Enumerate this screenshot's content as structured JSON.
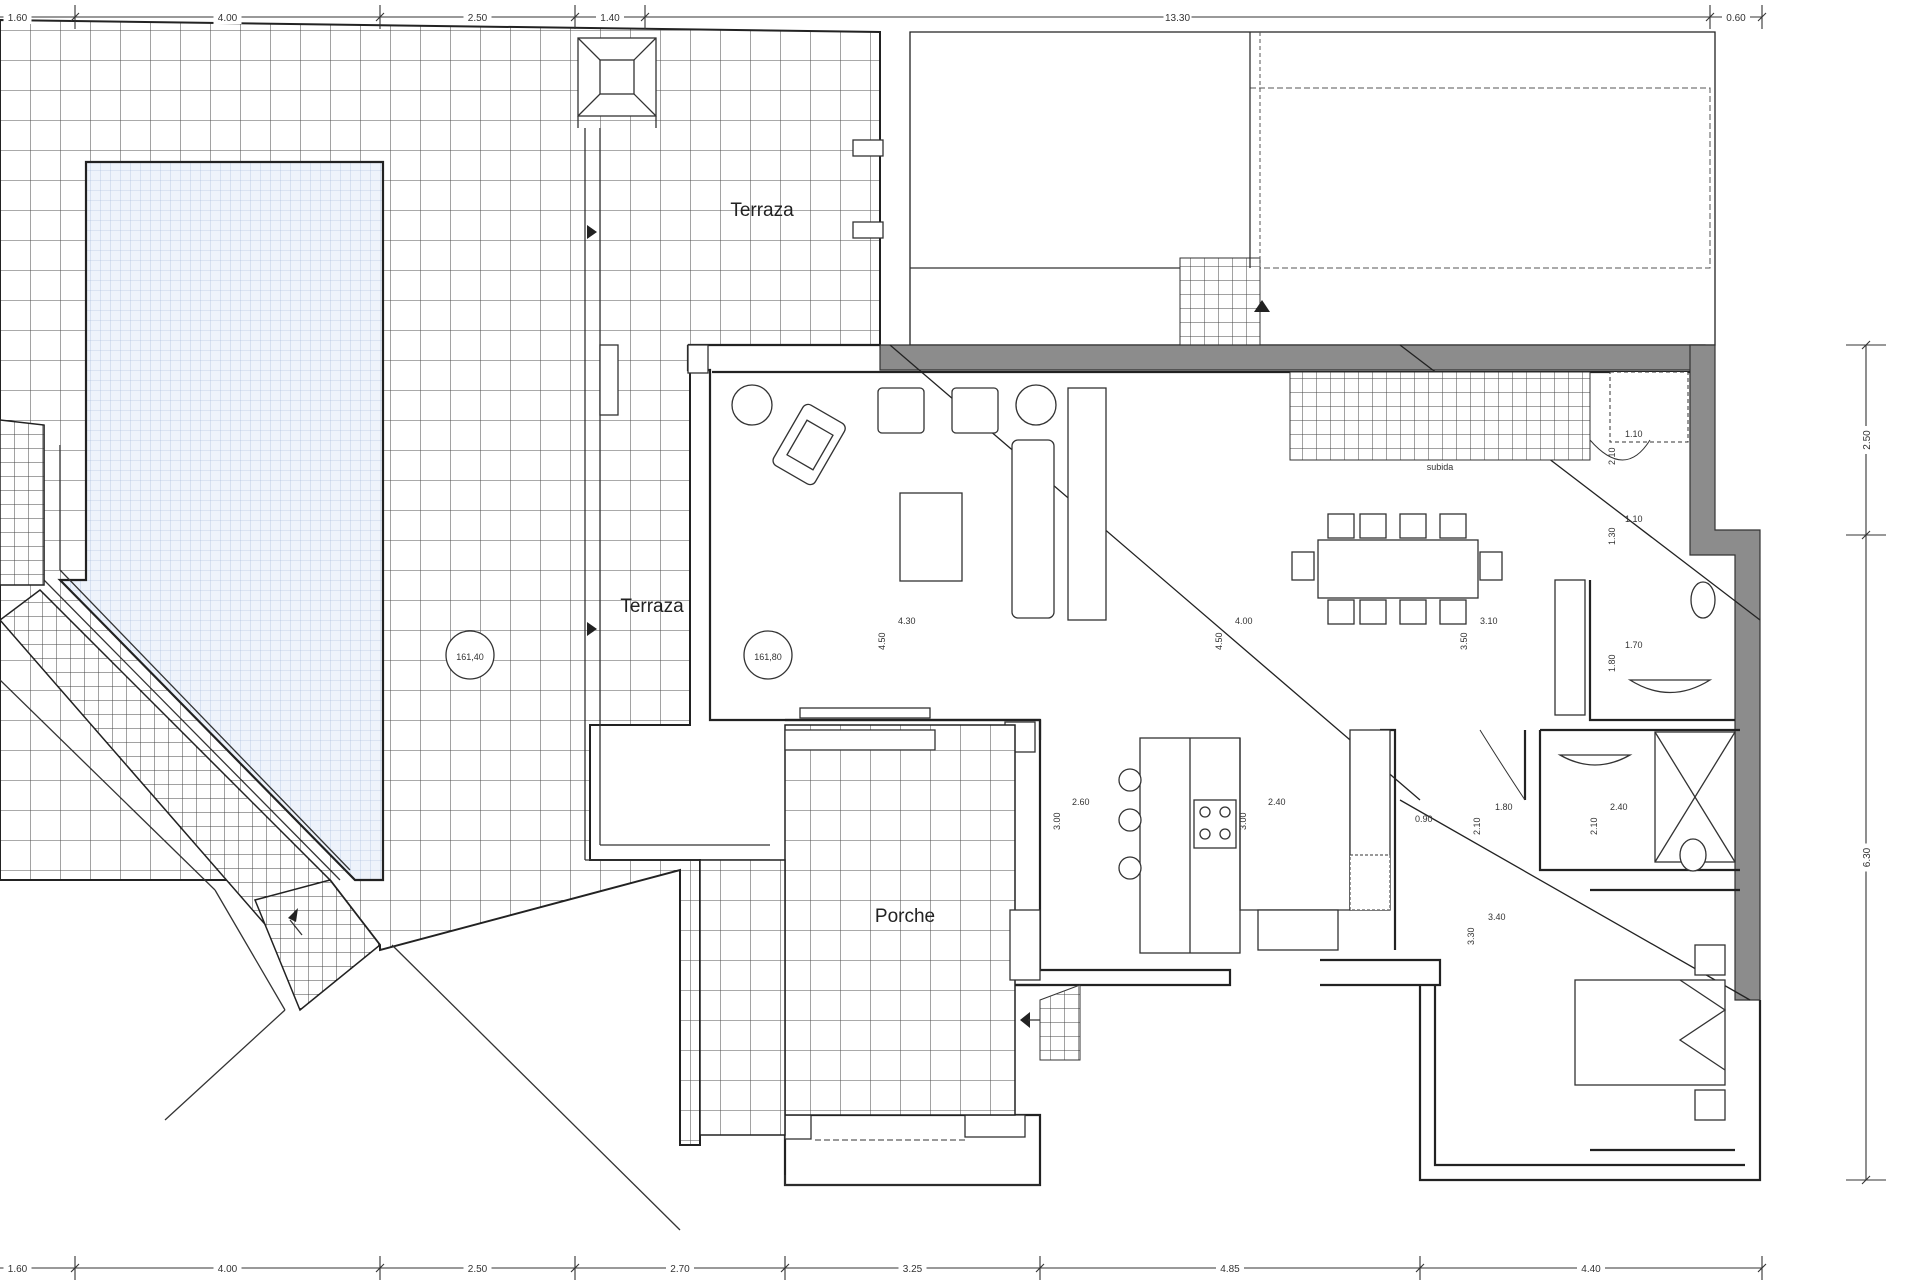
{
  "rooms": {
    "terrace_upper": "Terraza",
    "terrace_mid": "Terraza",
    "porch": "Porche"
  },
  "levels": {
    "terrace_level": "161,40",
    "interior_level": "161,80"
  },
  "dimensions": {
    "top": [
      "1.60",
      "4.00",
      "2.50",
      "1.40",
      "13.30",
      "0.60"
    ],
    "bottom": [
      "1.60",
      "4.00",
      "2.50",
      "2.70",
      "3.25",
      "4.85",
      "4.40"
    ],
    "right": [
      "2.50",
      "6.30"
    ]
  },
  "annotations": {
    "living_w": "4.30",
    "living_h": "4.50",
    "hall_w": "4.00",
    "hall_h": "4.50",
    "dining_w": "3.10",
    "dining_h": "3.50",
    "pantry_w": "2.60",
    "pantry_h": "3.00",
    "kitchen_w": "2.40",
    "kitchen_h": "3.00",
    "corridor_w": "0.90",
    "lobby_w": "1.10",
    "lobby_h": "2.10",
    "wc_w": "1.10",
    "wc_h": "1.30",
    "wc2_w": "1.70",
    "wc2_h": "1.80",
    "bath_w": "2.40",
    "bath_h": "2.10",
    "hall2_w": "1.80",
    "hall2_h": "2.10",
    "bedroom_w": "3.40",
    "bedroom_h": "3.30",
    "stairs_note": "subida"
  }
}
